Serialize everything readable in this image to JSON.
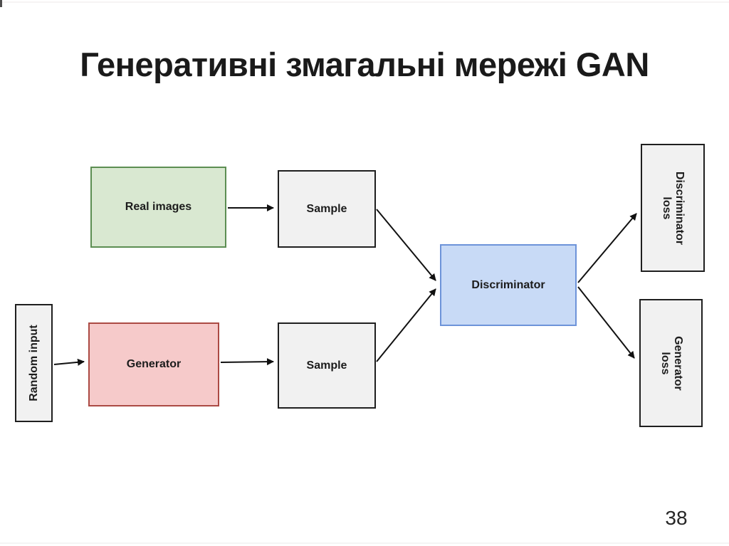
{
  "slide": {
    "title": "Генеративні змагальні мережі GAN",
    "page_number": "38",
    "background_color": "#ffffff",
    "title_color": "#1a1a1a"
  },
  "diagram": {
    "type": "flowchart",
    "arrow_color": "#111111",
    "text_color": "#1c1c1c",
    "nodes": [
      {
        "id": "real-images",
        "label": "Real images",
        "fill": "#d9e8d1",
        "border": "#5c8e52",
        "text_orientation": "horizontal"
      },
      {
        "id": "sample-top",
        "label": "Sample",
        "fill": "#f1f1f1",
        "border": "#1f1f1f",
        "text_orientation": "horizontal"
      },
      {
        "id": "random-input",
        "label": "Random input",
        "fill": "#f1f1f1",
        "border": "#1f1f1f",
        "text_orientation": "vertical-bottom-to-top"
      },
      {
        "id": "generator",
        "label": "Generator",
        "fill": "#f6caca",
        "border": "#ab4a44",
        "text_orientation": "horizontal"
      },
      {
        "id": "sample-bottom",
        "label": "Sample",
        "fill": "#f1f1f1",
        "border": "#1f1f1f",
        "text_orientation": "horizontal"
      },
      {
        "id": "discriminator",
        "label": "Discriminator",
        "fill": "#c8daf6",
        "border": "#6d93d9",
        "text_orientation": "horizontal"
      },
      {
        "id": "discriminator-loss",
        "label": "Discriminator loss",
        "fill": "#f1f1f1",
        "border": "#1f1f1f",
        "text_orientation": "vertical-top-to-bottom"
      },
      {
        "id": "generator-loss",
        "label": "Generator loss",
        "fill": "#f1f1f1",
        "border": "#1f1f1f",
        "text_orientation": "vertical-top-to-bottom"
      }
    ],
    "edges": [
      {
        "from": "real-images",
        "to": "sample-top"
      },
      {
        "from": "random-input",
        "to": "generator"
      },
      {
        "from": "generator",
        "to": "sample-bottom"
      },
      {
        "from": "sample-top",
        "to": "discriminator"
      },
      {
        "from": "sample-bottom",
        "to": "discriminator"
      },
      {
        "from": "discriminator",
        "to": "discriminator-loss"
      },
      {
        "from": "discriminator",
        "to": "generator-loss"
      }
    ]
  }
}
